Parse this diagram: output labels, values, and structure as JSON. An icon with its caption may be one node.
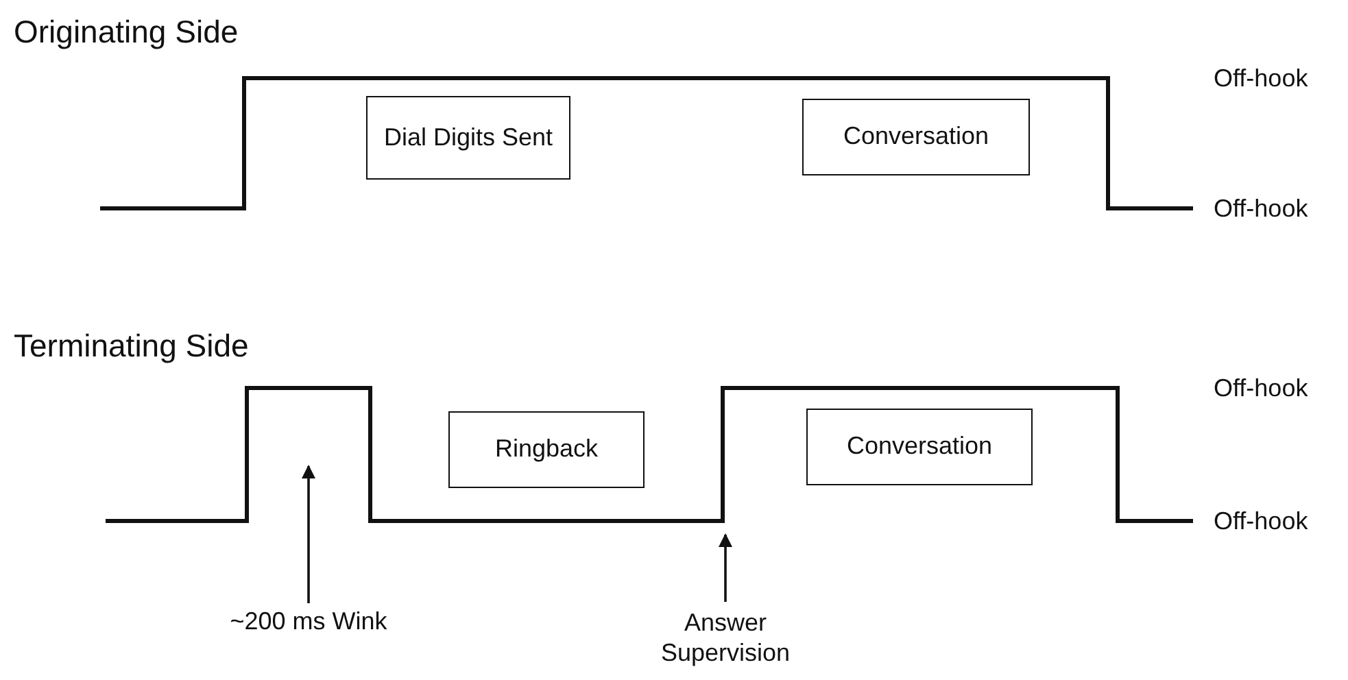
{
  "diagram": {
    "nodes": [
      {
        "text": [
          "Dial Digits Sent"
        ]
      },
      {
        "text": [
          "Conversation"
        ]
      },
      {
        "text": [
          "Ringback"
        ]
      },
      {
        "text": [
          "Conversation"
        ]
      },
      {
        "text": [
          "~200 ms Wink"
        ]
      },
      {
        "text": [
          "Answer Supervision"
        ]
      }
    ],
    "edges": [
      {
        "from": 4,
        "to": null,
        "arrow": "to"
      },
      {
        "from": 5,
        "to": null,
        "arrow": "to"
      }
    ],
    "labels": [
      "Originating Side",
      "Off-hook",
      "Off-hook",
      "Terminating Side",
      "Off-hook",
      "Off-hook"
    ]
  }
}
